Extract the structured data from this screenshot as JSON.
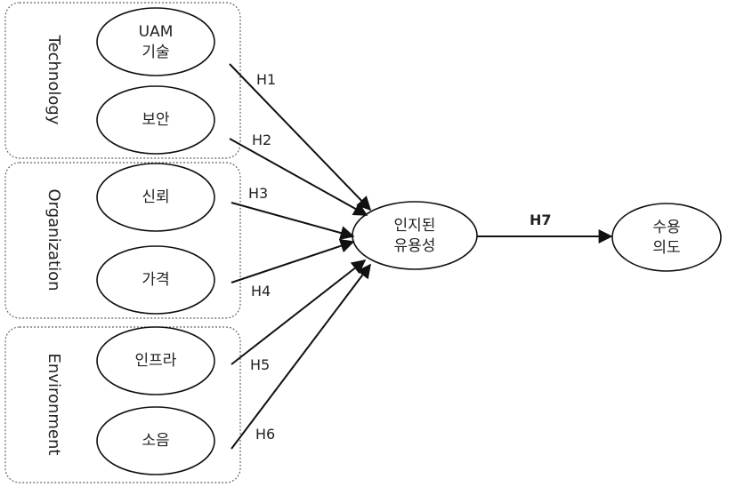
{
  "groups": {
    "technology": "Technology",
    "organization": "Organization",
    "environment": "Environment"
  },
  "nodes": {
    "uam_line1": "UAM",
    "uam_line2": "기술",
    "security": "보안",
    "trust": "신뢰",
    "price": "가격",
    "infra": "인프라",
    "noise": "소음",
    "pu_line1": "인지된",
    "pu_line2": "유용성",
    "ai_line1": "수용",
    "ai_line2": "의도"
  },
  "hypotheses": {
    "h1": "H1",
    "h2": "H2",
    "h3": "H3",
    "h4": "H4",
    "h5": "H5",
    "h6": "H6",
    "h7": "H7"
  },
  "colors": {
    "line": "#111111",
    "group_border": "#666666",
    "background": "#ffffff"
  }
}
